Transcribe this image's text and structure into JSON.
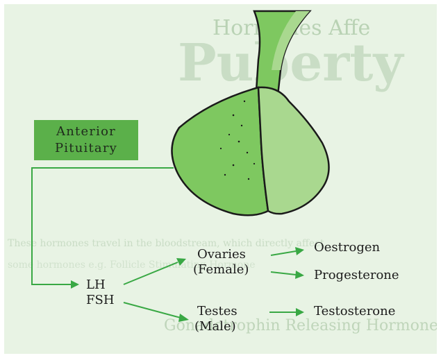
{
  "background_text": {
    "top_heading": "Hormones Affe",
    "big_heading": "Puberty",
    "faint_line_1": "These hormones travel in the bloodstream, which directly affect",
    "faint_line_2": "some hormones e.g. Follicle Stimulating Hormone",
    "faint_line_3": "Gonadotrophin Releasing Hormone (G"
  },
  "diagram": {
    "source_label": [
      "Anterior",
      "Pituitary"
    ],
    "hormones": [
      "LH",
      "FSH"
    ],
    "targets": [
      {
        "name": "Ovaries",
        "sub": "(Female)",
        "outputs": [
          "Oestrogen",
          "Progesterone"
        ]
      },
      {
        "name": "Testes",
        "sub": "(Male)",
        "outputs": [
          "Testosterone"
        ]
      }
    ]
  },
  "colors": {
    "arrow_green": "#39a844",
    "box_green": "#5bb04a",
    "gland_green": "#7ec860",
    "gland_light": "#a9d88f",
    "background": "#e8f3e4"
  }
}
